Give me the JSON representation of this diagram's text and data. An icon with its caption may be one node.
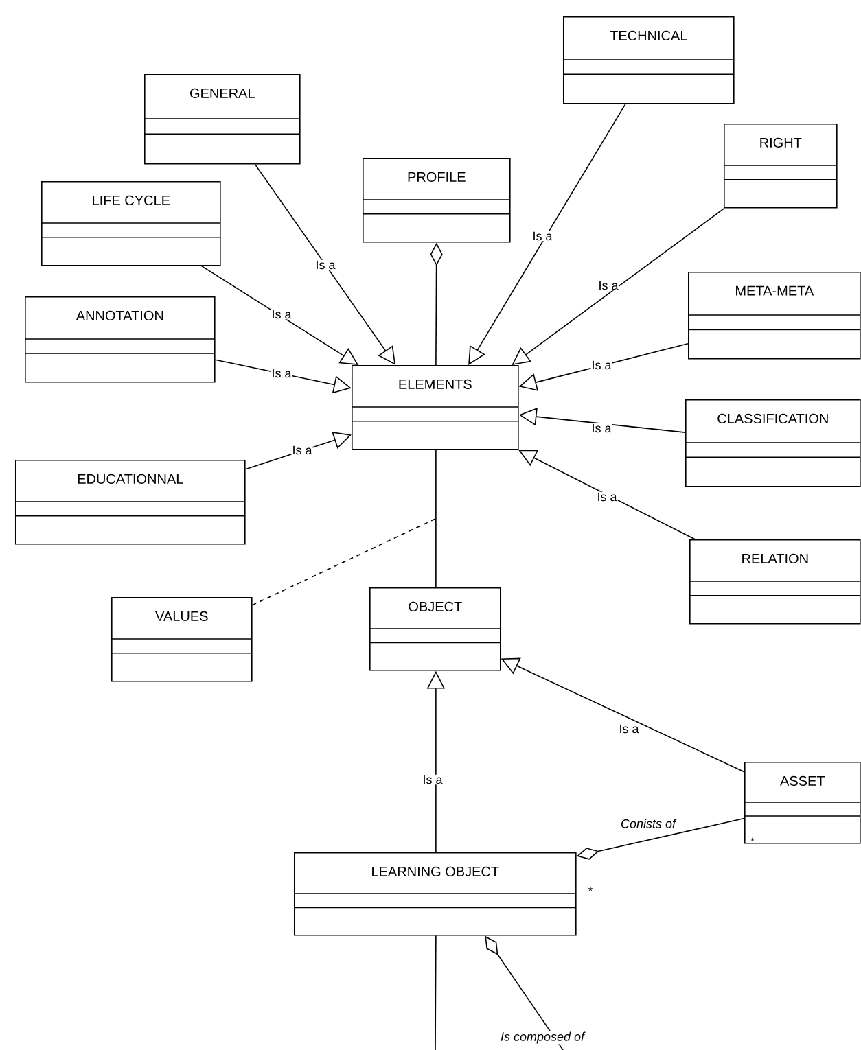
{
  "diagram": {
    "nodes": [
      {
        "text": [
          "GENERAL"
        ]
      },
      {
        "text": [
          "TECHNICAL"
        ]
      },
      {
        "text": [
          "PROFILE"
        ]
      },
      {
        "text": [
          "LIFE CYCLE"
        ]
      },
      {
        "text": [
          "RIGHT"
        ]
      },
      {
        "text": [
          "ANNOTATION"
        ]
      },
      {
        "text": [
          "META-META"
        ]
      },
      {
        "text": [
          "ELEMENTS"
        ]
      },
      {
        "text": [
          "CLASSIFICATION"
        ]
      },
      {
        "text": [
          "EDUCATIONNAL"
        ]
      },
      {
        "text": [
          "RELATION"
        ]
      },
      {
        "text": [
          "VALUES"
        ]
      },
      {
        "text": [
          "OBJECT"
        ]
      },
      {
        "text": [
          "ASSET"
        ]
      },
      {
        "text": [
          "LEARNING OBJECT"
        ]
      }
    ],
    "edges": [
      {
        "from": 0,
        "to": 7,
        "arrow": "to",
        "label": "Is a"
      },
      {
        "from": 3,
        "to": 7,
        "arrow": "to",
        "label": "Is a"
      },
      {
        "from": 5,
        "to": 7,
        "arrow": "to",
        "label": "Is a"
      },
      {
        "from": 9,
        "to": 7,
        "arrow": "to",
        "label": "Is a"
      },
      {
        "from": 1,
        "to": 7,
        "arrow": "to",
        "label": "Is a"
      },
      {
        "from": 4,
        "to": 7,
        "arrow": "to",
        "label": "Is a"
      },
      {
        "from": 6,
        "to": 7,
        "arrow": "to",
        "label": "Is a"
      },
      {
        "from": 8,
        "to": 7,
        "arrow": "to",
        "label": "Is a"
      },
      {
        "from": 10,
        "to": 7,
        "arrow": "to",
        "label": "Is a"
      },
      {
        "from": 2,
        "to": 7,
        "arrow": "other"
      },
      {
        "from": 7,
        "to": 12,
        "arrow": "none"
      },
      {
        "from": 11,
        "to": null,
        "arrow": "none",
        "style": "dashed"
      },
      {
        "from": 14,
        "to": 12,
        "arrow": "to",
        "label": "Is a"
      },
      {
        "from": 13,
        "to": 12,
        "arrow": "to",
        "label": "Is a"
      },
      {
        "from": 14,
        "to": 13,
        "arrow": "other",
        "label": "Conists of"
      },
      {
        "from": 14,
        "to": null,
        "arrow": "other",
        "label": "Is composed of"
      },
      {
        "from": 14,
        "to": null,
        "arrow": "none"
      }
    ],
    "labels": [
      "*",
      "*"
    ]
  }
}
